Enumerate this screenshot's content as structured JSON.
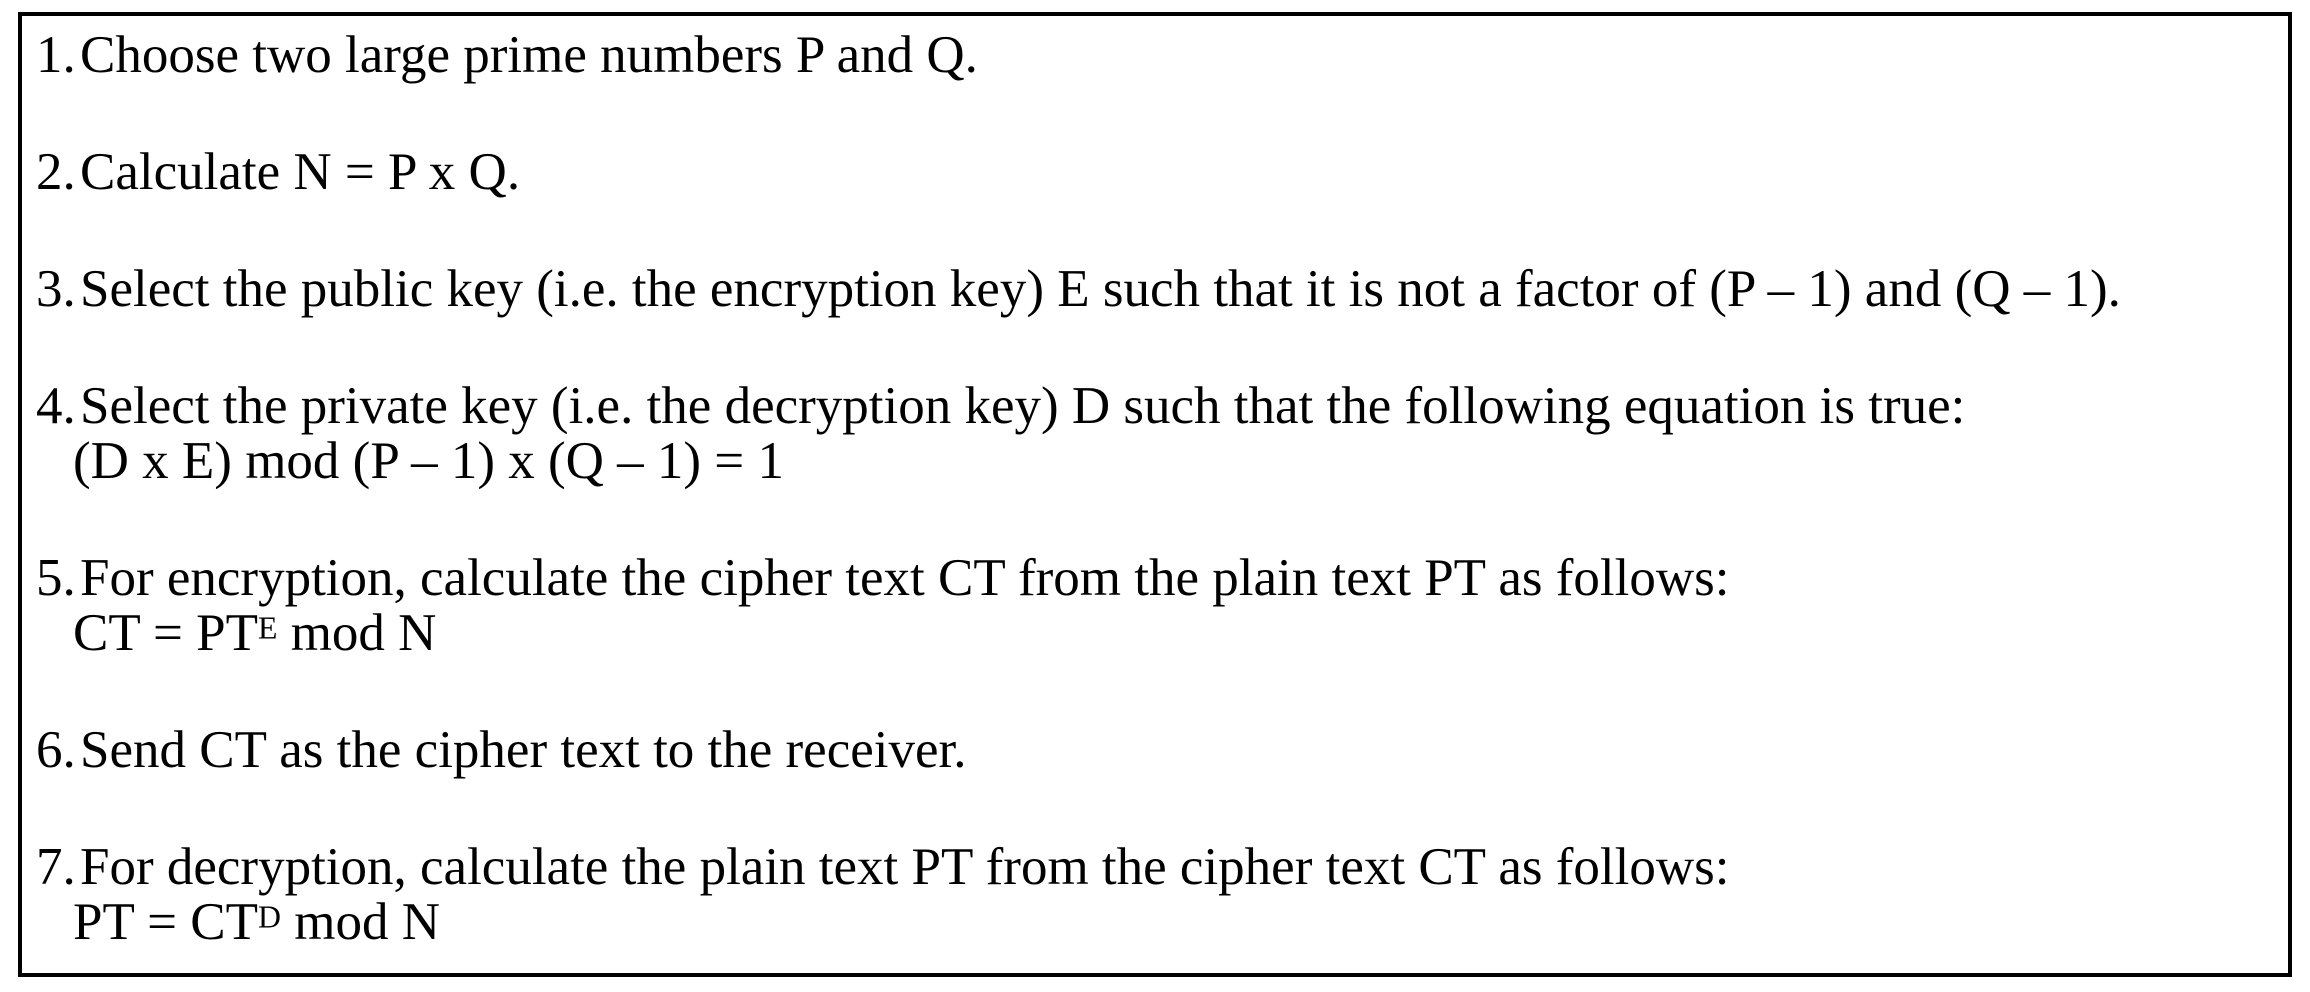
{
  "colors": {
    "text": "#000000",
    "border": "#000000",
    "background": "#ffffff"
  },
  "steps": [
    {
      "number": "1.",
      "text": "Choose two large prime numbers P and Q."
    },
    {
      "number": "2.",
      "text": "Calculate N = P x Q."
    },
    {
      "number": "3.",
      "text": "Select the public key (i.e. the encryption key) E such that it is not a factor of (P – 1) and (Q – 1)."
    },
    {
      "number": "4.",
      "text": "Select the private key (i.e. the decryption key) D such that the following equation is true:",
      "formula": {
        "text": "(D x E) mod (P – 1) x (Q – 1) = 1"
      }
    },
    {
      "number": "5.",
      "text": "For encryption, calculate the cipher text CT from the plain text PT as follows:",
      "formula": {
        "base": "CT = PT",
        "exponent": "E",
        "suffix": "mod N"
      }
    },
    {
      "number": "6.",
      "text": "Send CT as the cipher text to the receiver."
    },
    {
      "number": "7.",
      "text": "For decryption, calculate the plain text PT from the cipher text CT as follows:",
      "formula": {
        "base": "PT = CT",
        "exponent": "D",
        "suffix": "mod N"
      }
    }
  ]
}
